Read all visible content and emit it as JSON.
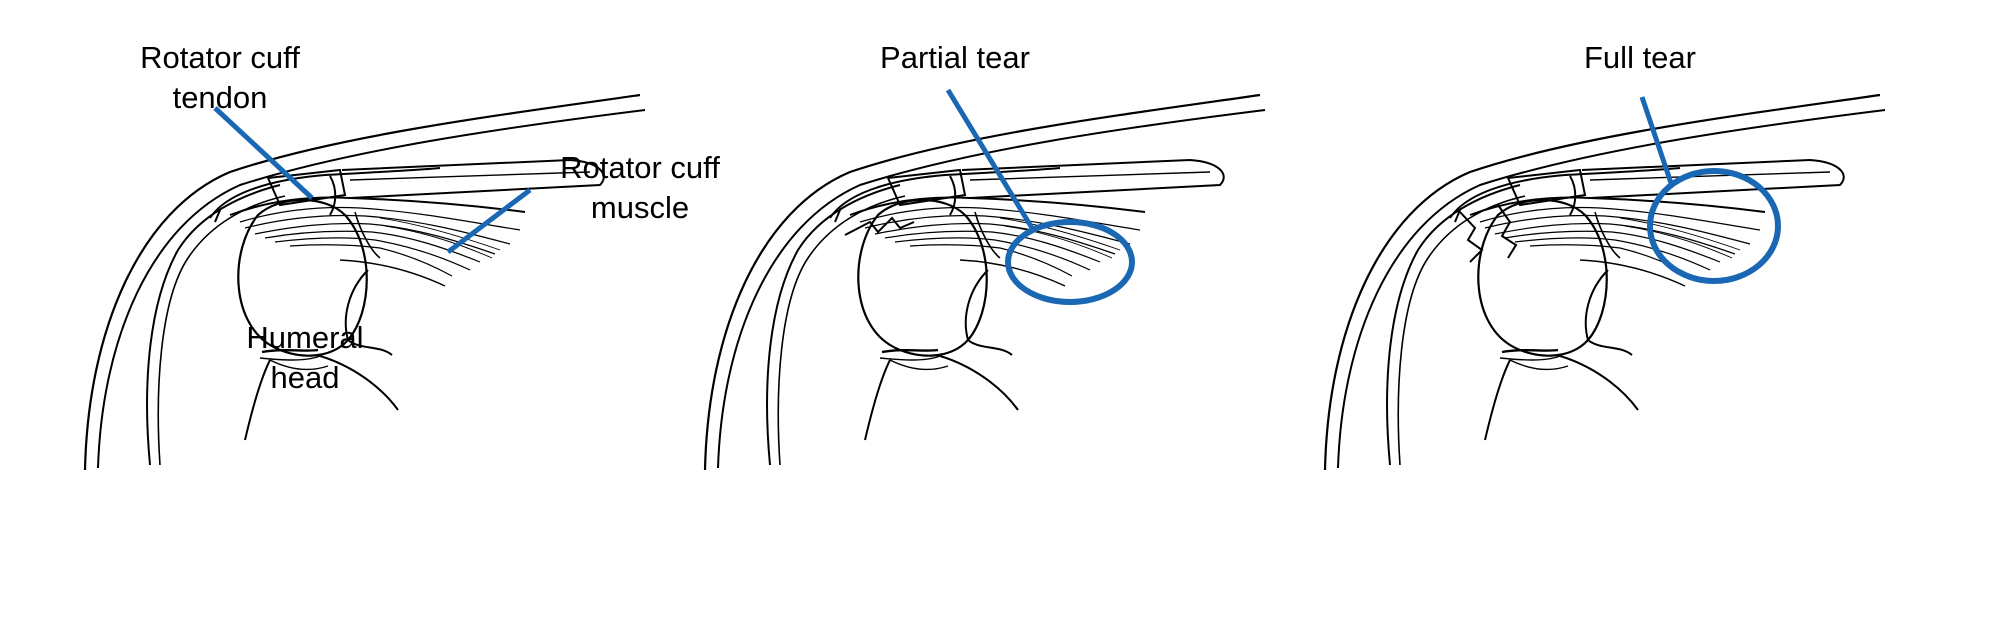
{
  "accent_color": "#1a67b3",
  "panels": [
    {
      "id": "normal",
      "labels": {
        "tendon_line1": "Rotator cuff",
        "tendon_line2": "tendon",
        "muscle_line1": "Rotator cuff",
        "muscle_line2": "muscle",
        "head_line1": "Humeral",
        "head_line2": "head"
      }
    },
    {
      "id": "partial",
      "labels": {
        "title": "Partial tear"
      }
    },
    {
      "id": "full",
      "labels": {
        "title": "Full tear"
      }
    }
  ]
}
